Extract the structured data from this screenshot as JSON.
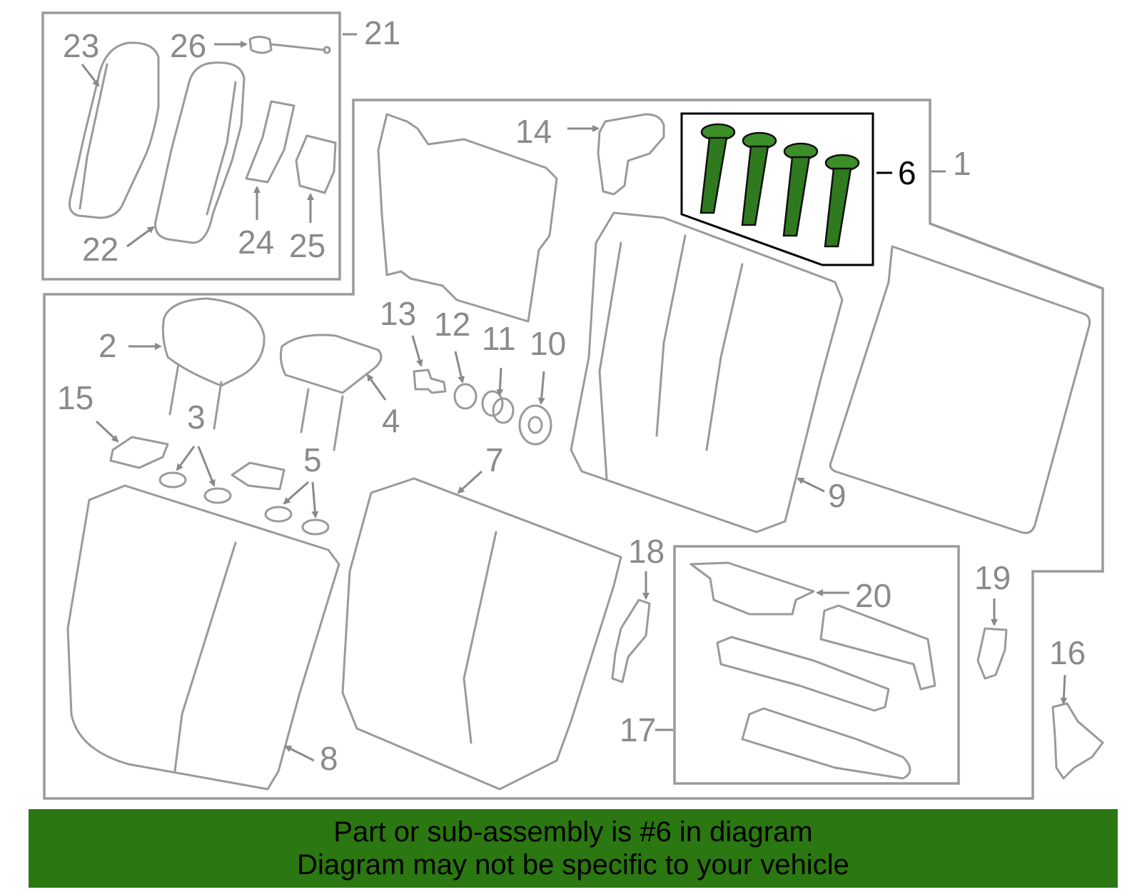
{
  "callouts": {
    "c1": "1",
    "c2": "2",
    "c3": "3",
    "c4": "4",
    "c5": "5",
    "c6": "6",
    "c7": "7",
    "c8": "8",
    "c9": "9",
    "c10": "10",
    "c11": "11",
    "c12": "12",
    "c13": "13",
    "c14": "14",
    "c15": "15",
    "c16": "16",
    "c17": "17",
    "c18": "18",
    "c19": "19",
    "c20": "20",
    "c21": "21",
    "c22": "22",
    "c23": "23",
    "c24": "24",
    "c25": "25",
    "c26": "26"
  },
  "highlighted_part": "6",
  "colors": {
    "banner_bg": "#2b7712",
    "highlight_fill": "#3c8f28",
    "line_gray": "#9a9a9a"
  },
  "banner": {
    "line1": "Part or sub-assembly is #6 in diagram",
    "line2": "Diagram may not be specific to your vehicle"
  }
}
